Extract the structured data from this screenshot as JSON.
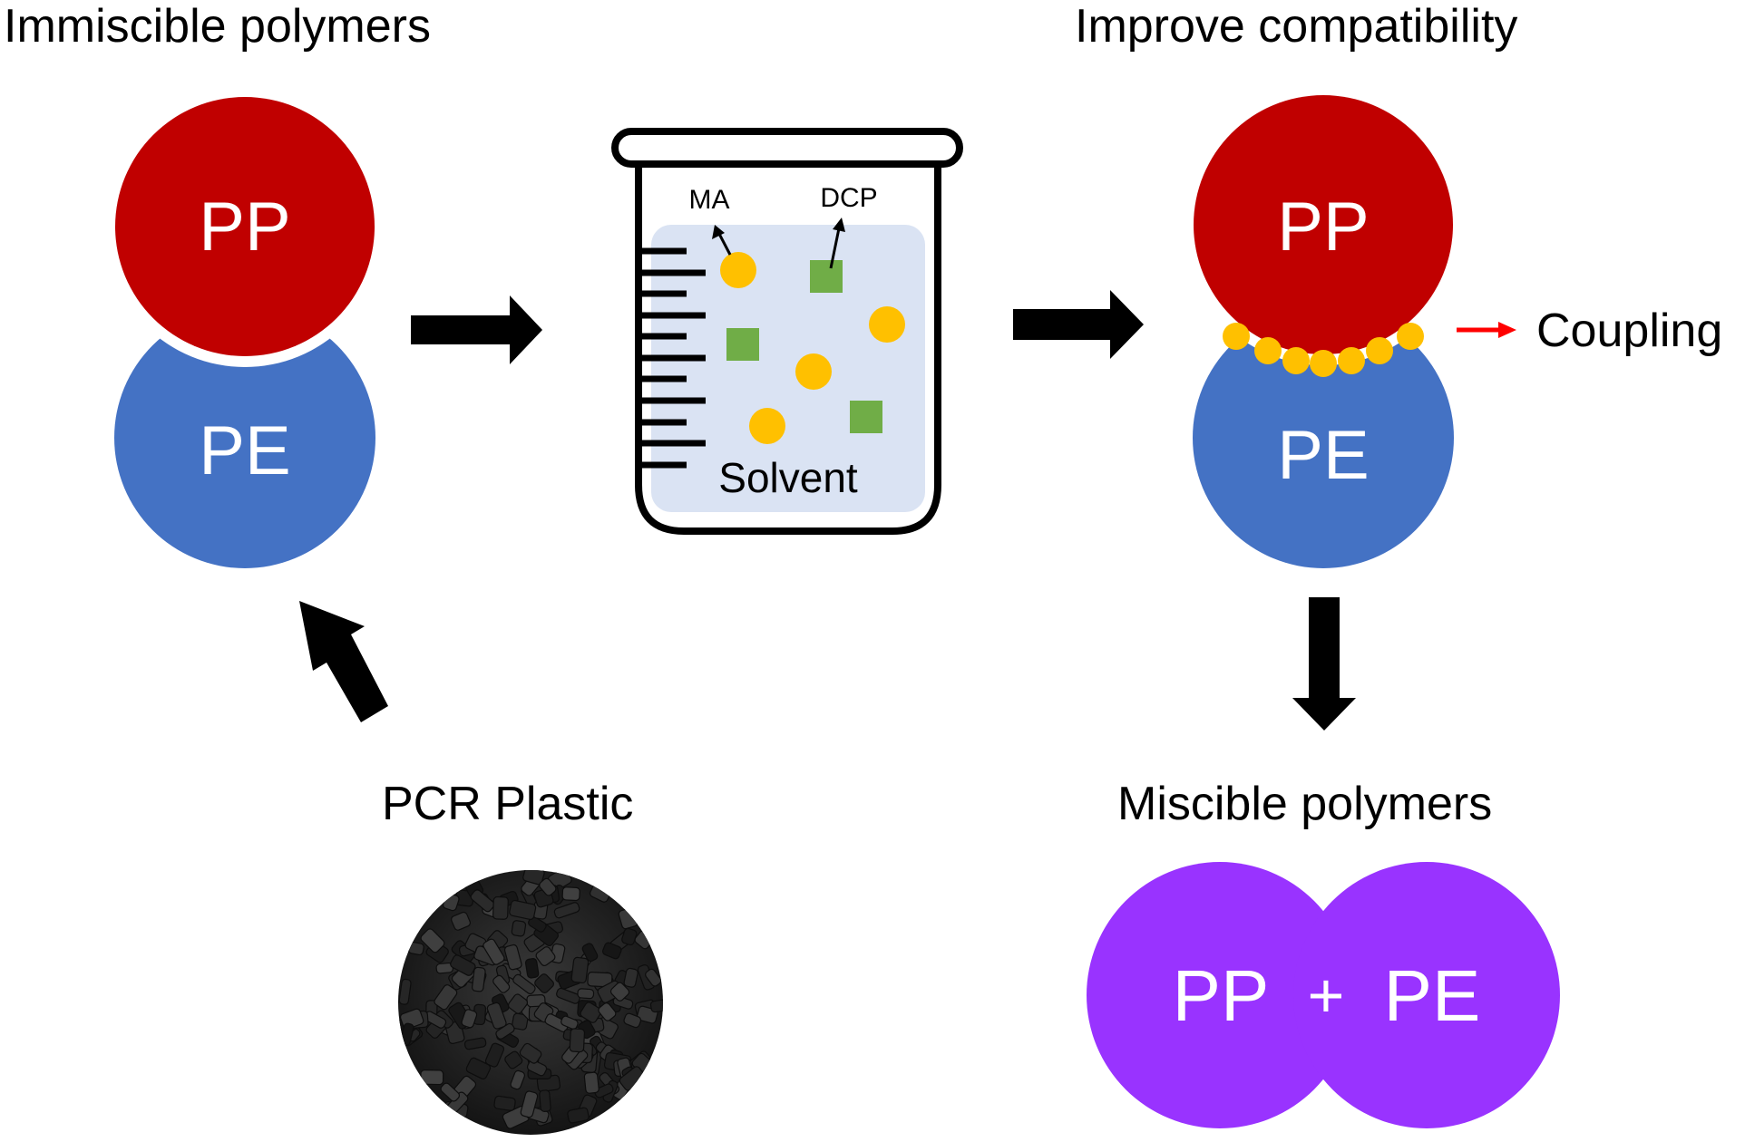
{
  "titles": {
    "immiscible": "Immiscible polymers",
    "improve": "Improve compatibility",
    "miscible": "Miscible polymers",
    "pcr": "PCR Plastic"
  },
  "polymers": {
    "pp": "PP",
    "pe": "PE",
    "blend_pp": "PP",
    "blend_plus": "+",
    "blend_pe": "PE"
  },
  "beaker": {
    "ma": "MA",
    "dcp": "DCP",
    "solvent": "Solvent"
  },
  "coupling": "Coupling",
  "colors": {
    "pp": "#c00000",
    "pe": "#4472c4",
    "blend": "#9933ff",
    "ma": "#ffc000",
    "dcp": "#70ad47",
    "solvent": "#dae3f3",
    "coupling_arrow": "#ff0000",
    "arrow": "#000000",
    "pellet": "#262626"
  },
  "icons": [
    "right-arrow-icon",
    "down-arrow-icon",
    "diagonal-arrow-icon",
    "beaker-icon",
    "pellets-icon"
  ]
}
